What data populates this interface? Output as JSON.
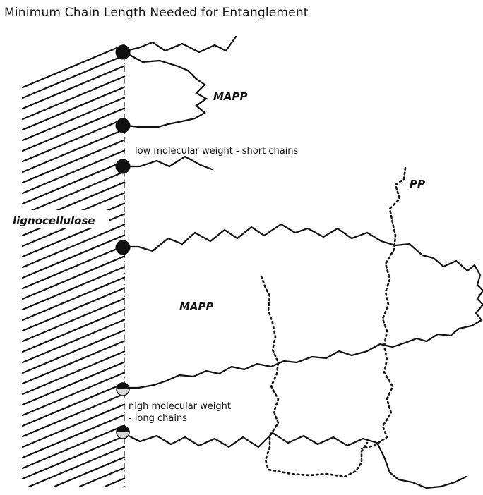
{
  "title": "Minimum Chain Length Needed for Entanglement",
  "labels": {
    "substrate": "lignocellulose",
    "mapp_top": "MAPP",
    "mapp_bottom": "MAPP",
    "pp": "PP",
    "low_mw": "low molecular weight - short chains",
    "high_mw_line1": "nigh molecular weight",
    "high_mw_line2": "- long chains"
  },
  "colors": {
    "ink": "#111111",
    "background": "#ffffff"
  }
}
